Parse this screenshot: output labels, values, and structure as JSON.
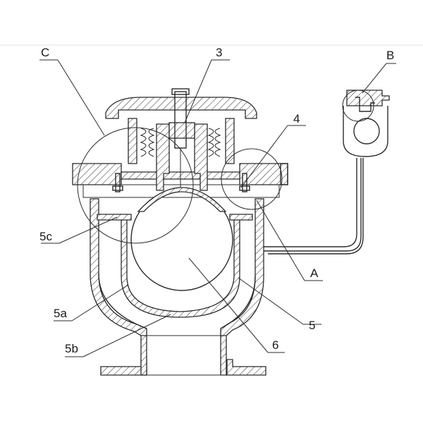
{
  "labels": {
    "C": "C",
    "three": "3",
    "B": "B",
    "four": "4",
    "fiveC": "5c",
    "A": "A",
    "fiveA": "5a",
    "five": "5",
    "fiveB": "5b",
    "six": "6"
  }
}
